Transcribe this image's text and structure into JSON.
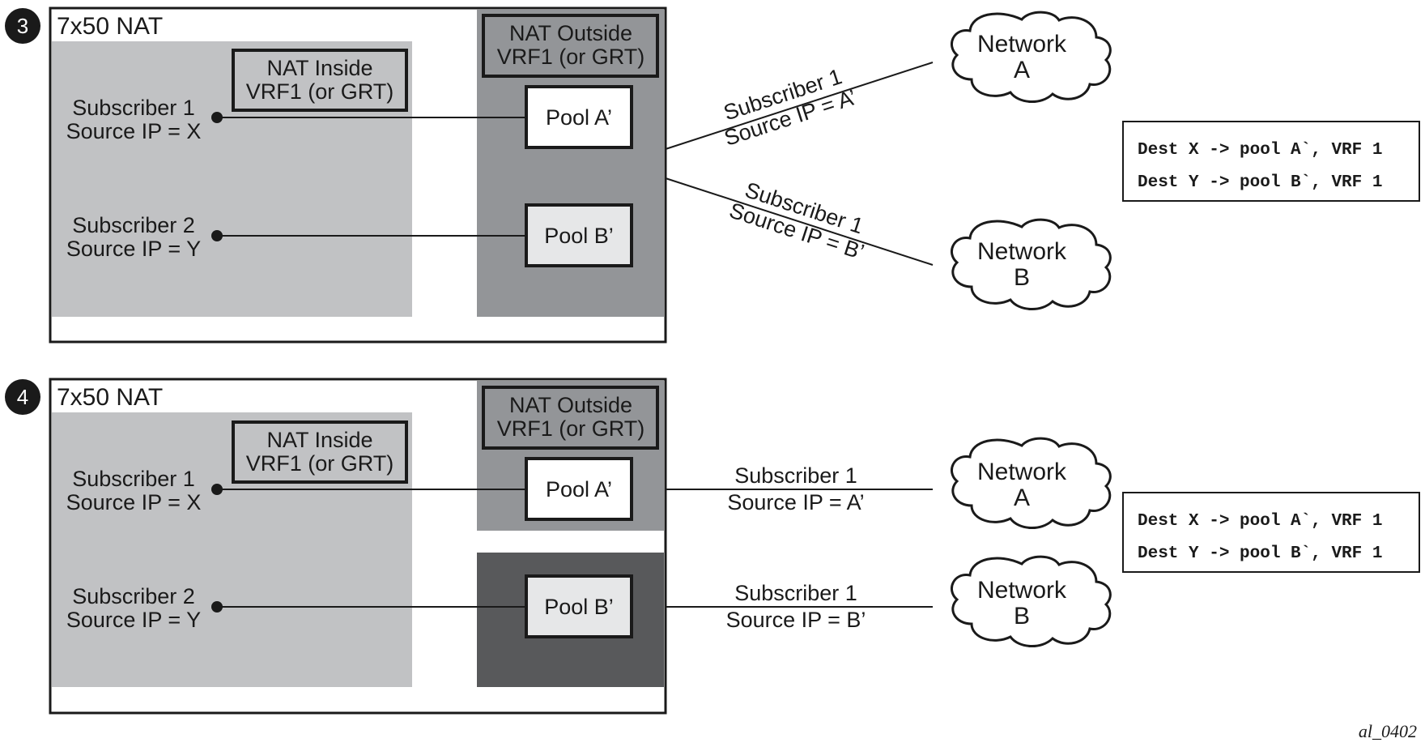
{
  "colors": {
    "frame": "#1a1a1a",
    "inside_zone": "#c1c2c4",
    "outside_zone": "#939598",
    "outside_zone_dark": "#58595b",
    "label_box": "#c1c2c4",
    "label_box_dark": "#939598",
    "pool_light": "#e6e7e8",
    "badge": "#1a1a1a",
    "cloud": "#ffffff"
  },
  "panels": [
    {
      "step": "3",
      "title": "7x50 NAT",
      "inside_label": [
        "NAT Inside",
        "VRF1 (or GRT)"
      ],
      "outside_label": [
        "NAT Outside",
        "VRF1 (or GRT)"
      ],
      "subscribers": [
        {
          "lines": [
            "Subscriber 1",
            "Source IP = X"
          ]
        },
        {
          "lines": [
            "Subscriber 2",
            "Source IP = Y"
          ]
        }
      ],
      "pools": [
        {
          "label": "Pool A’"
        },
        {
          "label": "Pool B’"
        }
      ],
      "links": [
        {
          "lines": [
            "Subscriber 1",
            "Source IP = A’"
          ]
        },
        {
          "lines": [
            "Subscriber 1",
            "Source IP = B’"
          ]
        }
      ],
      "networks": [
        {
          "lines": [
            "Network",
            "A"
          ]
        },
        {
          "lines": [
            "Network",
            "B"
          ]
        }
      ],
      "route_table": [
        "Dest X -> pool A`, VRF 1",
        "Dest Y -> pool B`, VRF 1"
      ]
    },
    {
      "step": "4",
      "title": "7x50 NAT",
      "inside_label": [
        "NAT Inside",
        "VRF1 (or GRT)"
      ],
      "outside_label": [
        "NAT Outside",
        "VRF1 (or GRT)"
      ],
      "subscribers": [
        {
          "lines": [
            "Subscriber 1",
            "Source IP = X"
          ]
        },
        {
          "lines": [
            "Subscriber 2",
            "Source IP = Y"
          ]
        }
      ],
      "pools": [
        {
          "label": "Pool A’"
        },
        {
          "label": "Pool B’"
        }
      ],
      "links": [
        {
          "lines": [
            "Subscriber 1",
            "Source IP = A’"
          ]
        },
        {
          "lines": [
            "Subscriber 1",
            "Source IP = B’"
          ]
        }
      ],
      "networks": [
        {
          "lines": [
            "Network",
            "A"
          ]
        },
        {
          "lines": [
            "Network",
            "B"
          ]
        }
      ],
      "route_table": [
        "Dest X -> pool A`, VRF 1",
        "Dest Y -> pool B`, VRF 1"
      ]
    }
  ],
  "figure_id": "al_0402"
}
